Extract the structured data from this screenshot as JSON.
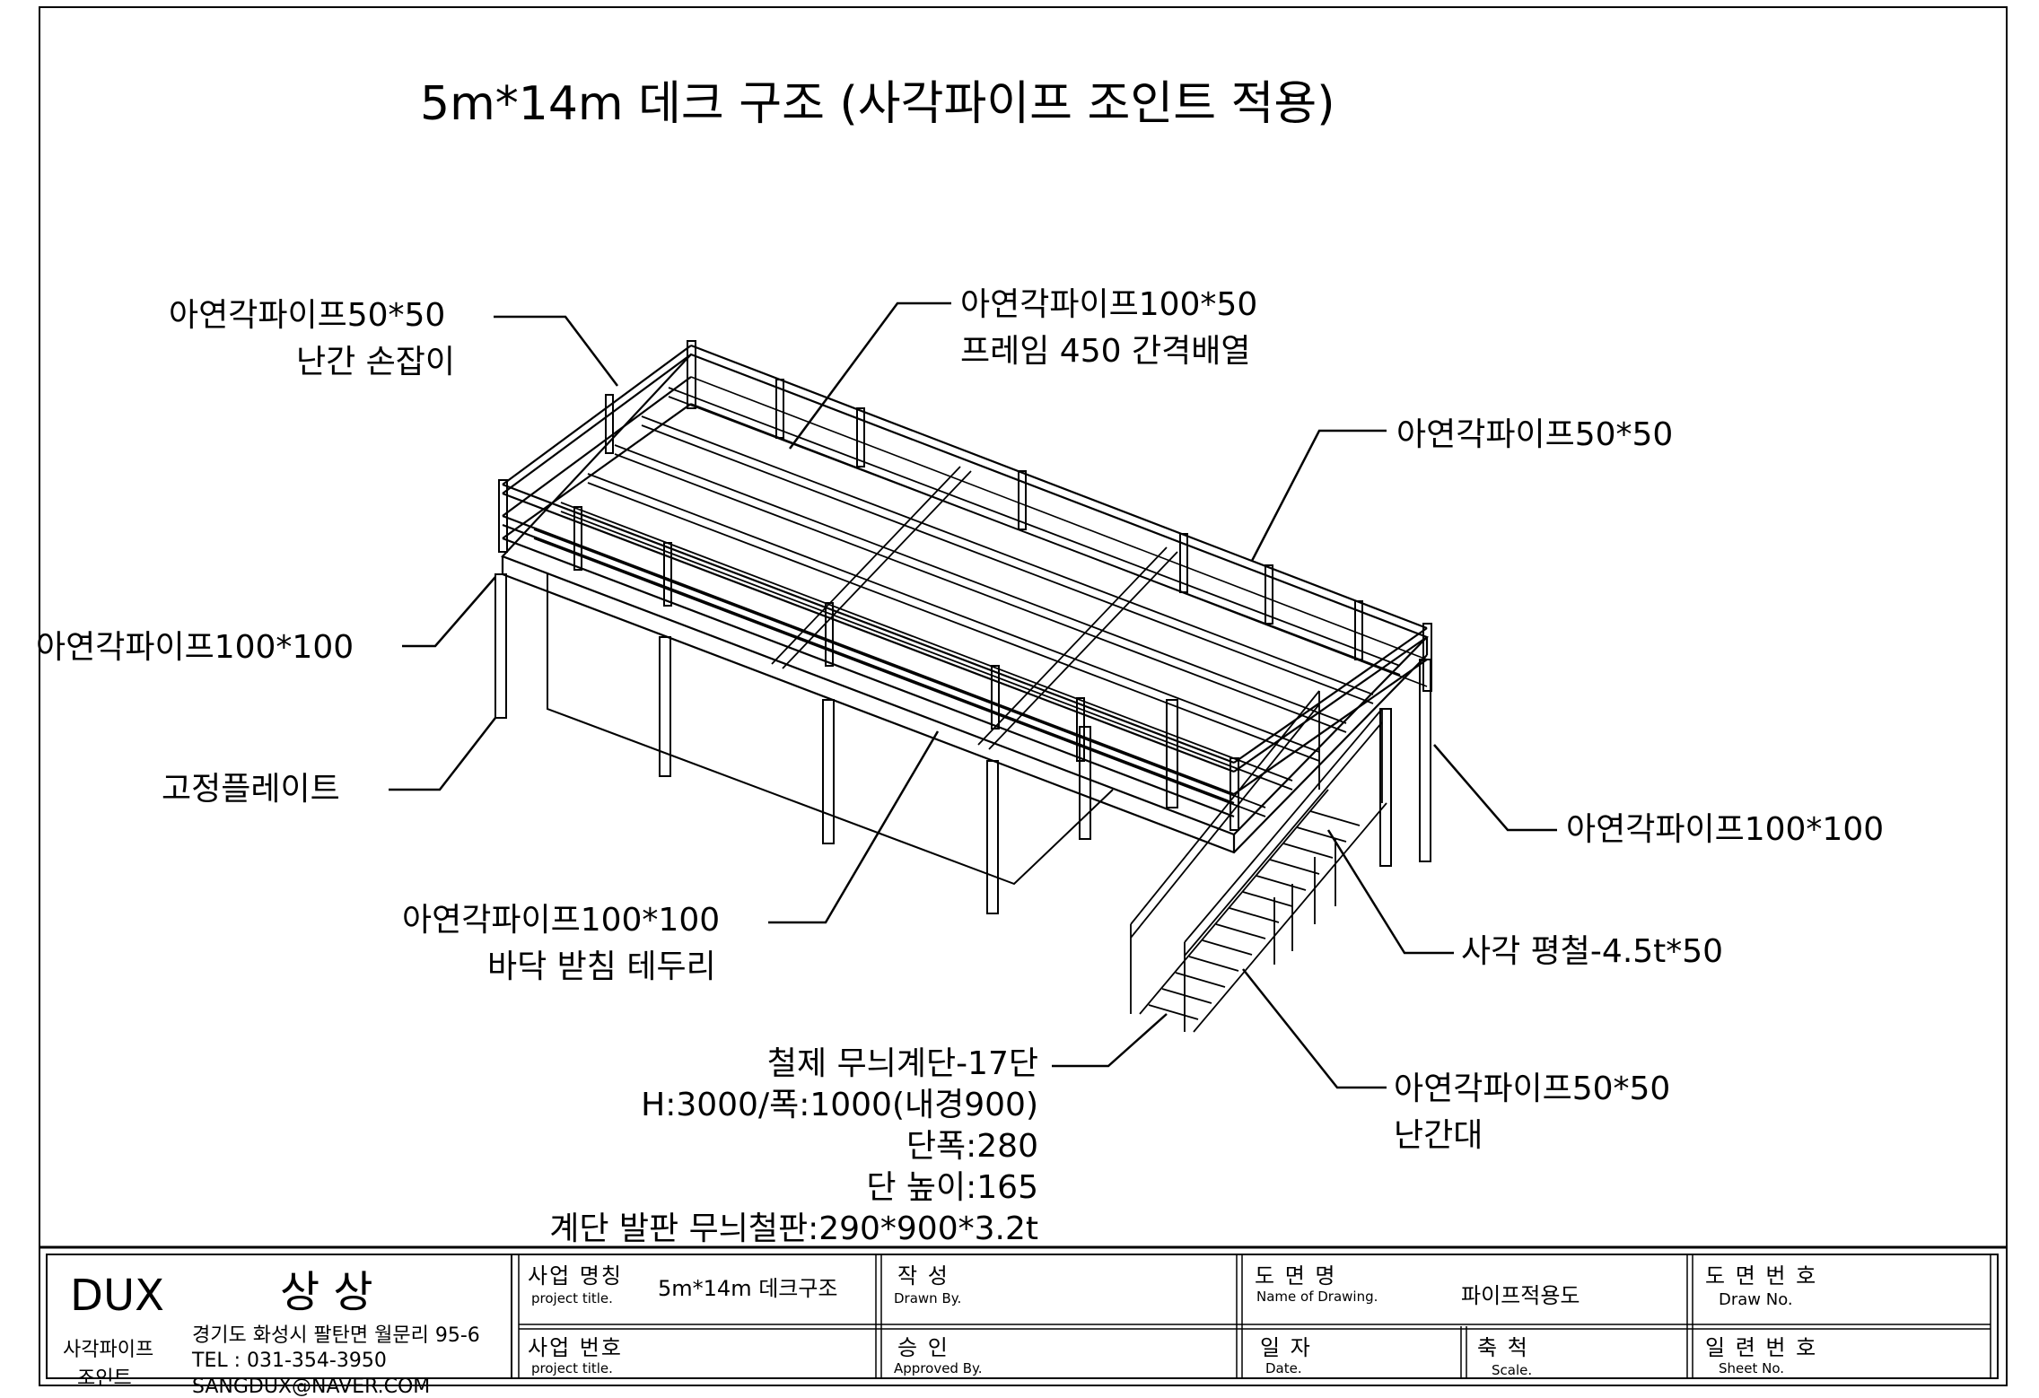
{
  "drawing": {
    "title": "5m*14m 데크 구조  (사각파이프 조인트 적용)"
  },
  "callouts": {
    "handrail": {
      "line1": "아연각파이프50*50",
      "line2": "난간 손잡이"
    },
    "frame": {
      "line1": "아연각파이프100*50",
      "line2": "프레임 450 간격배열"
    },
    "top_rail": {
      "line1": "아연각파이프50*50"
    },
    "post_left": {
      "line1": "아연각파이프100*100"
    },
    "base_plate": {
      "line1": "고정플레이트"
    },
    "post_right": {
      "line1": "아연각파이프100*100"
    },
    "floor_edge": {
      "line1": "아연각파이프100*100",
      "line2": "바닥 받침 테두리"
    },
    "flat_bar": {
      "line1": "사각 평철-4.5t*50"
    },
    "stair": {
      "line1": "철제 무늬계단-17단",
      "line2": "H:3000/폭:1000(내경900)",
      "line3": "단폭:280",
      "line4": "단 높이:165",
      "line5": "계단 발판 무늬철판:290*900*3.2t"
    },
    "stair_rail": {
      "line1": "아연각파이프50*50",
      "line2": "난간대"
    }
  },
  "title_block": {
    "company": "DUX",
    "company_name": "상 상",
    "product_line1": "사각파이프",
    "product_line2": "조인트",
    "address": "경기도 화성시 팔탄면 월문리 95-6",
    "tel": "TEL : 031-354-3950",
    "email": "SANGDUX@NAVER.COM",
    "project_name_k": "사업 명칭",
    "project_name_e": "project title.",
    "project_name_value": "5m*14m 데크구조",
    "drawn_k": "작   성",
    "drawn_e": "Drawn By.",
    "drawing_name_k": "도  면  명",
    "drawing_name_e": "Name of Drawing.",
    "drawing_name_value": "파이프적용도",
    "drawing_no_k": "도 면 번 호",
    "drawing_no_e": "Draw No.",
    "project_no_k": "사업 번호",
    "project_no_e": "project title.",
    "approved_k": "승   인",
    "approved_e": "Approved By.",
    "date_k": "일   자",
    "date_e": "Date.",
    "scale_k": "축   척",
    "scale_e": "Scale.",
    "sheet_no_k": "일 련 번 호",
    "sheet_no_e": "Sheet No."
  }
}
